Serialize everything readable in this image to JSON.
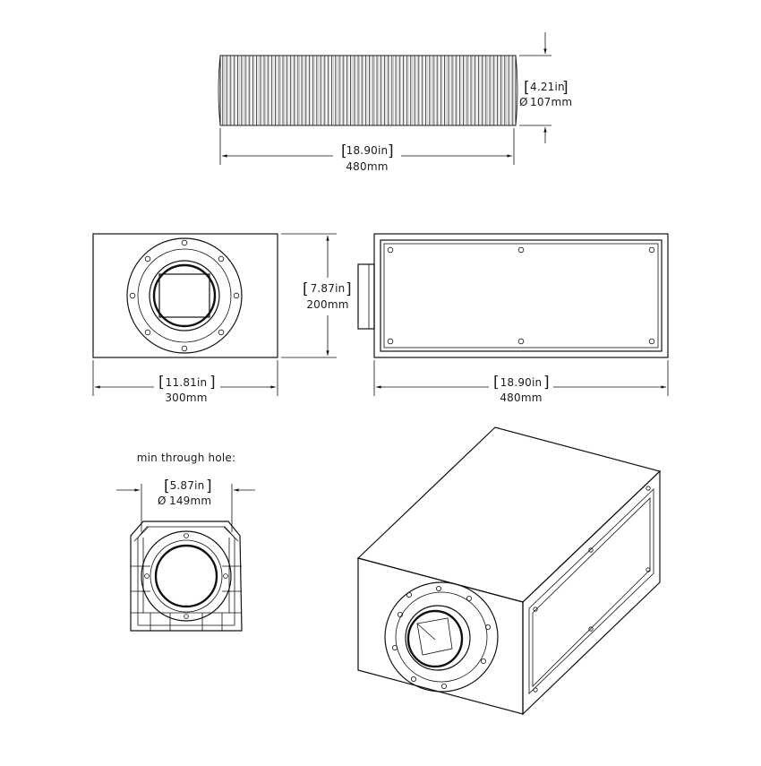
{
  "dimensions": {
    "duct_length": {
      "imperial": "18.90in",
      "metric": "480mm"
    },
    "duct_diameter": {
      "imperial": "4.21in",
      "metric": "107mm",
      "symbol": "Ø"
    },
    "front_width": {
      "imperial": "11.81in",
      "metric": "300mm"
    },
    "front_height": {
      "imperial": "7.87in",
      "metric": "200mm"
    },
    "side_length": {
      "imperial": "18.90in",
      "metric": "480mm"
    },
    "hole_diameter": {
      "imperial": "5.87in",
      "metric": "149mm",
      "symbol": "Ø"
    }
  },
  "notes": {
    "through_hole_caption": "min through hole:"
  }
}
